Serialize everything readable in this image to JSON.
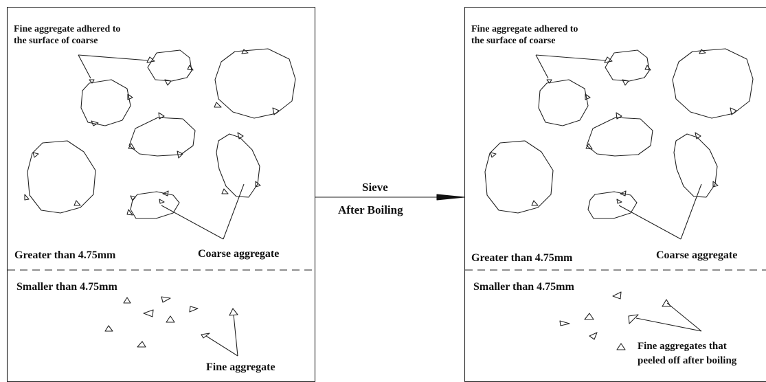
{
  "left_panel": {
    "top_label_line1": "Fine aggregate adhered to",
    "top_label_line2": "the surface of coarse",
    "greater_label": "Greater than 4.75mm",
    "coarse_label": "Coarse aggregate",
    "smaller_label": "Smaller than 4.75mm",
    "fine_label": "Fine aggregate"
  },
  "arrow": {
    "label_top": "Sieve",
    "label_bottom": "After Boiling"
  },
  "right_panel": {
    "top_label_line1": "Fine aggregate adhered to",
    "top_label_line2": "the surface of coarse",
    "greater_label": "Greater than 4.75mm",
    "coarse_label": "Coarse aggregate",
    "smaller_label": "Smaller than 4.75mm",
    "peeled_label_line1": "Fine aggregates that",
    "peeled_label_line2": "peeled off after boiling"
  },
  "colors": {
    "stroke": "#222222",
    "background": "#ffffff",
    "text": "#111111"
  }
}
